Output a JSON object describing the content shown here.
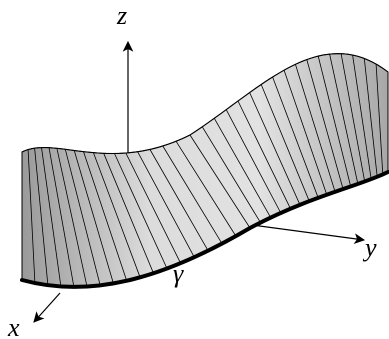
{
  "figure": {
    "axes": {
      "z_label": "z",
      "y_label": "y",
      "x_label": "x"
    },
    "curve_label": "γ",
    "colors": {
      "surface_fill": "#c8c8c8",
      "surface_fill_light": "#e6e6e6",
      "surface_fill_dark": "#8c8c8c",
      "ruling_lines": "#000000",
      "curve": "#000000",
      "axes": "#000000"
    },
    "surface": {
      "type": "ruled-surface",
      "ruling_count": 34
    }
  }
}
